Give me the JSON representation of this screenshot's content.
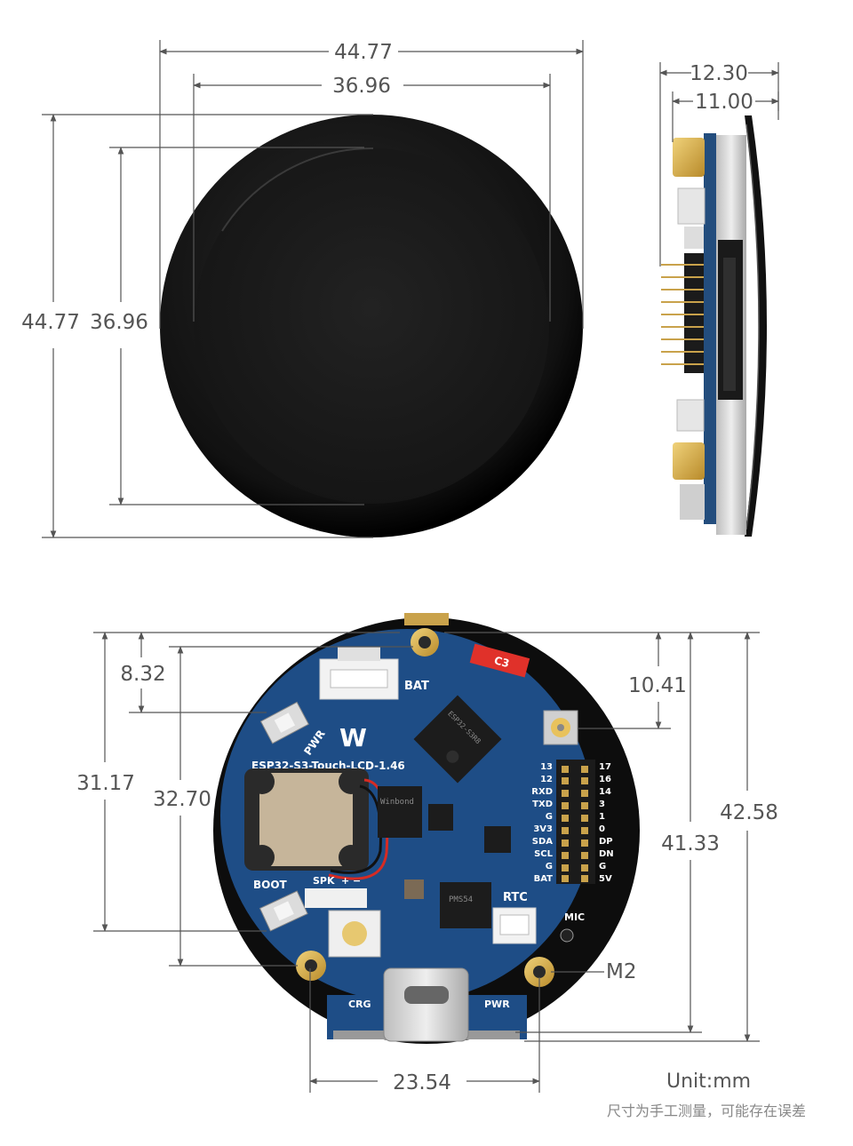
{
  "front_view": {
    "outer_width": "44.77",
    "inner_width": "36.96",
    "outer_height": "44.77",
    "inner_height": "36.96"
  },
  "side_view": {
    "total_thickness": "12.30",
    "body_thickness": "11.00"
  },
  "back_view": {
    "dims": {
      "top_to_bat": "8.32",
      "top_to_boot": "31.17",
      "top_to_mount": "32.70",
      "top_to_antenna": "10.41",
      "board_height": "41.33",
      "overall_height": "42.58",
      "mount_spacing": "23.54",
      "screw": "M2"
    },
    "silkscreen": {
      "board_name": "ESP32-S3-Touch-LCD-1.46",
      "bat": "BAT",
      "pwr": "PWR",
      "boot": "BOOT",
      "spk": "SPK",
      "spk_pol": "+ −",
      "rtc": "RTC",
      "mic": "MIC",
      "crg": "CRG",
      "pwr2": "PWR",
      "c3": "C3",
      "brand": "W",
      "pins_left": [
        "13",
        "12",
        "RXD",
        "TXD",
        "G",
        "3V3",
        "SDA",
        "SCL",
        "G",
        "BAT"
      ],
      "pins_right": [
        "17",
        "16",
        "14",
        "3",
        "1",
        "0",
        "DP",
        "DN",
        "G",
        "5V"
      ]
    },
    "chips": {
      "flash": "Winbond",
      "mcu": "ESP32-S3R8",
      "pmu": "PMS54"
    }
  },
  "unit_label": "Unit:mm",
  "note": "尺寸为手工测量，可能存在误差",
  "colors": {
    "pcb": "#1e4d86",
    "dimension_line": "#555555",
    "bezel": "#0c0c0c",
    "screen": "#1a1a1a"
  }
}
